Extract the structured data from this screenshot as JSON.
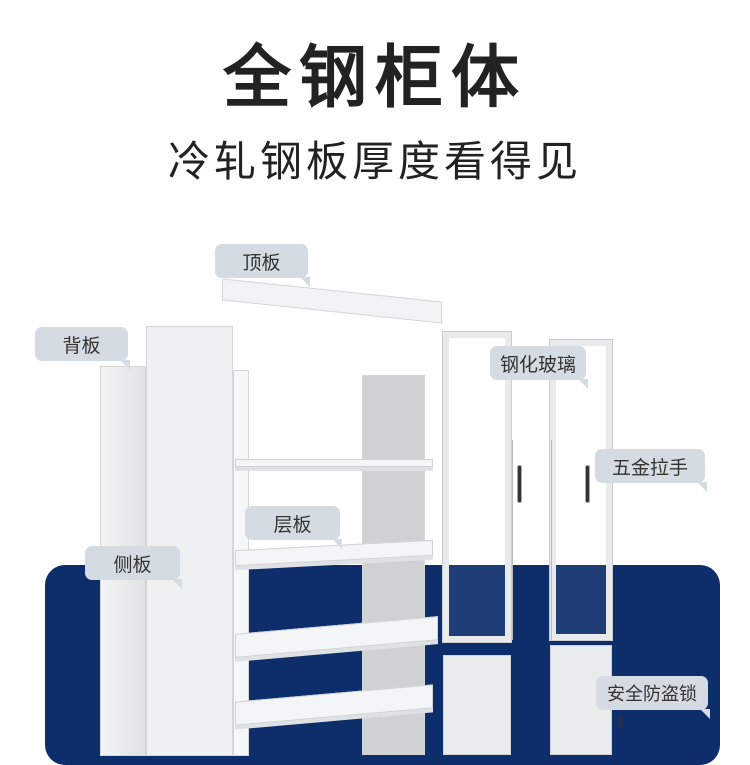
{
  "header": {
    "title": "全钢柜体",
    "subtitle": "冷轧钢板厚度看得见"
  },
  "labels": {
    "top_panel": "顶板",
    "back_panel": "背板",
    "tempered_glass": "钢化玻璃",
    "hardware_handle": "五金拉手",
    "shelf": "层板",
    "side_panel": "侧板",
    "security_lock": "安全防盗锁"
  },
  "colors": {
    "accent_blue": "#0d2d6b",
    "label_bg": "#d5dbe3"
  }
}
